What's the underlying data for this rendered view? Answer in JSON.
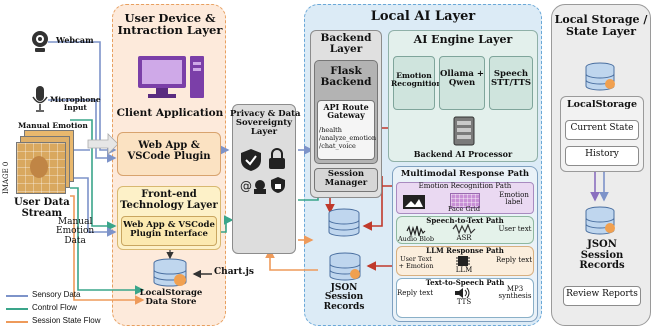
{
  "input": {
    "webcam": "Webcam",
    "microphone": "Microphone\nInput",
    "manual_emotion": "Manual Emotion",
    "image_tag": "IMAGE 0",
    "stream": "User Data\nStream",
    "manual_emotion_data": "Manual\nEmotion\nData"
  },
  "legend": [
    {
      "label": "Sensory Data",
      "color": "#7d93c9"
    },
    {
      "label": "Control Flow",
      "color": "#3aa58a"
    },
    {
      "label": "Session State Flow",
      "color": "#ee9a5a"
    }
  ],
  "device_layer": {
    "title": "User Device &\nIntraction Layer",
    "client_app": "Client Application",
    "web_app": "Web App &\nVSCode Plugin",
    "frontend_title": "Front-end\nTechnology Layer",
    "frontend_inner": "Web App & VSCode\nPlugin Interface",
    "localstorage": "LocalStorage\nData Store",
    "chartjs": "Chart.js"
  },
  "privacy": {
    "title": "Privacy & Data\nSovereignty\nLayer"
  },
  "local_ai": {
    "title": "Local AI Layer",
    "backend_layer": "Backend\nLayer",
    "flask": "Flask\nBackend",
    "api_gateway": "API Route\nGateway",
    "routes": "/health\n/analyze_emotion\n/chat_voice",
    "session_manager": "Session\nManager",
    "engine_title": "AI Engine Layer",
    "emotion_recognition": "Emotion\nRecognition",
    "ollama": "Ollama +\nQwen",
    "speech": "Speech\nSTT/TTS",
    "processor": "Backend AI Processor",
    "json_records": "JSON\nSession\nRecords",
    "multimodal_title": "Multimodal Response Path",
    "paths": {
      "emotion": {
        "title": "Emotion Recognition Path",
        "face": "Face Grid",
        "out": "Emotion\nlabel"
      },
      "stt": {
        "title": "Speech-to-Text Path",
        "in": "Audio Blob",
        "mid": "ASR",
        "out": "User text"
      },
      "llm": {
        "title": "LLM Response Path",
        "in": "User Text\n+ Emotion",
        "mid": "LLM",
        "out": "Reply text"
      },
      "tts": {
        "title": "Text-to-Speech Path",
        "in": "Reply text",
        "mid": "TTS",
        "out": "MP3\nsynthesis"
      }
    }
  },
  "local_storage": {
    "title": "Local Storage /\nState Layer",
    "panel_title": "LocalStorage",
    "current_state": "Current State",
    "history": "History",
    "records": "JSON\nSession\nRecords",
    "review": "Review Reports"
  }
}
